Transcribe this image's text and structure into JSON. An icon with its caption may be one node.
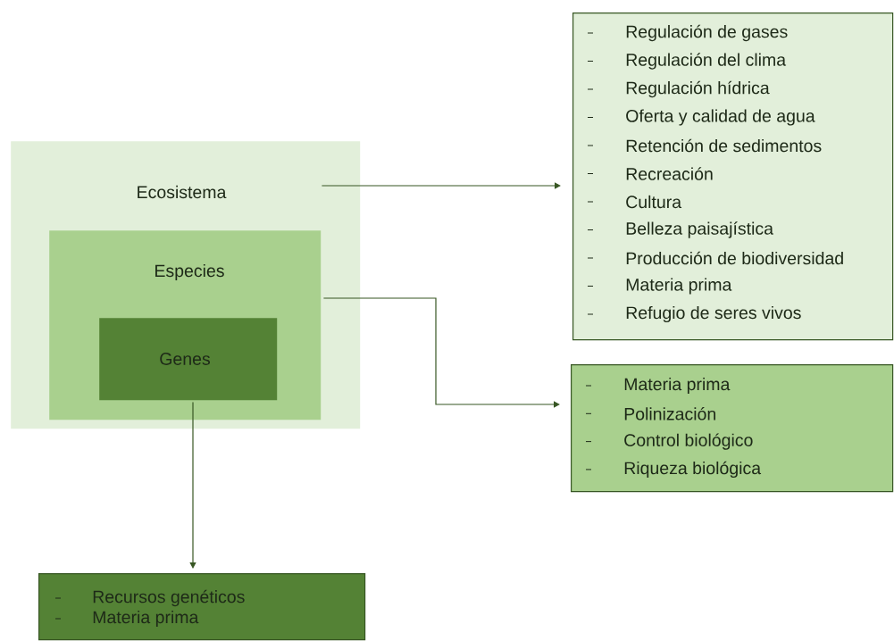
{
  "diagram": {
    "nodes": [
      {
        "text": [
          "Ecosistema"
        ]
      },
      {
        "text": [
          "Especies"
        ],
        "in": 0
      },
      {
        "text": [
          "Genes"
        ],
        "in": 1
      },
      {
        "text": [
          "Regulación de gases",
          "Regulación del clima",
          "Regulación hídrica",
          "Oferta y calidad de agua",
          "Retención de sedimentos",
          "Recreación",
          "Cultura",
          "Belleza paisajística",
          "Producción de biodiversidad",
          "Materia prima",
          "Refugio de seres vivos"
        ]
      },
      {
        "text": [
          "Materia prima",
          "Polinización",
          "Control biológico",
          "Riqueza biológica"
        ]
      },
      {
        "text": [
          "Recursos genéticos",
          "Materia prima"
        ]
      }
    ],
    "edges": [
      {
        "from": 0,
        "to": 3,
        "arrow": "to"
      },
      {
        "from": 1,
        "to": 4,
        "arrow": "to"
      },
      {
        "from": 2,
        "to": 5,
        "arrow": "to"
      }
    ]
  }
}
